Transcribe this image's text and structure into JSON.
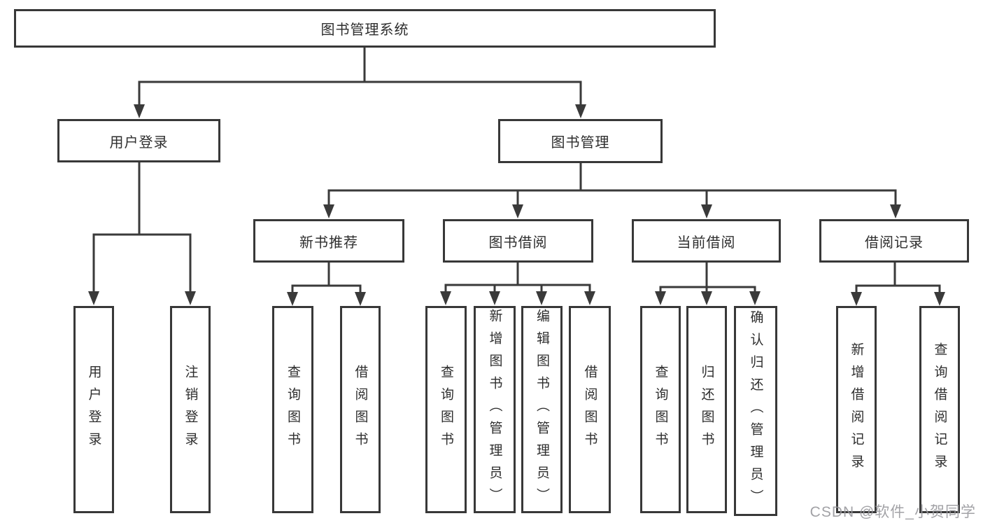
{
  "diagram": {
    "type": "hierarchy-tree",
    "root": {
      "label": "图书管理系统"
    },
    "branches": [
      {
        "label": "用户登录",
        "children": [
          "用户登录",
          "注销登录"
        ]
      },
      {
        "label": "图书管理",
        "sections": [
          {
            "label": "新书推荐",
            "children": [
              "查询图书",
              "借阅图书"
            ]
          },
          {
            "label": "图书借阅",
            "children": [
              "查询图书",
              "新增图书（管理员）",
              "编辑图书（管理员）",
              "借阅图书"
            ]
          },
          {
            "label": "当前借阅",
            "children": [
              "查询图书",
              "归还图书",
              "确认归还（管理员）"
            ]
          },
          {
            "label": "借阅记录",
            "children": [
              "新增借阅记录",
              "查询借阅记录"
            ]
          }
        ]
      }
    ],
    "colors": {
      "line": "#3a3a3a",
      "box_border": "#383838",
      "text": "#2e2e2e",
      "watermark": "#98989c",
      "background": "#ffffff"
    },
    "watermark": "CSDN @软件_小贺同学"
  }
}
